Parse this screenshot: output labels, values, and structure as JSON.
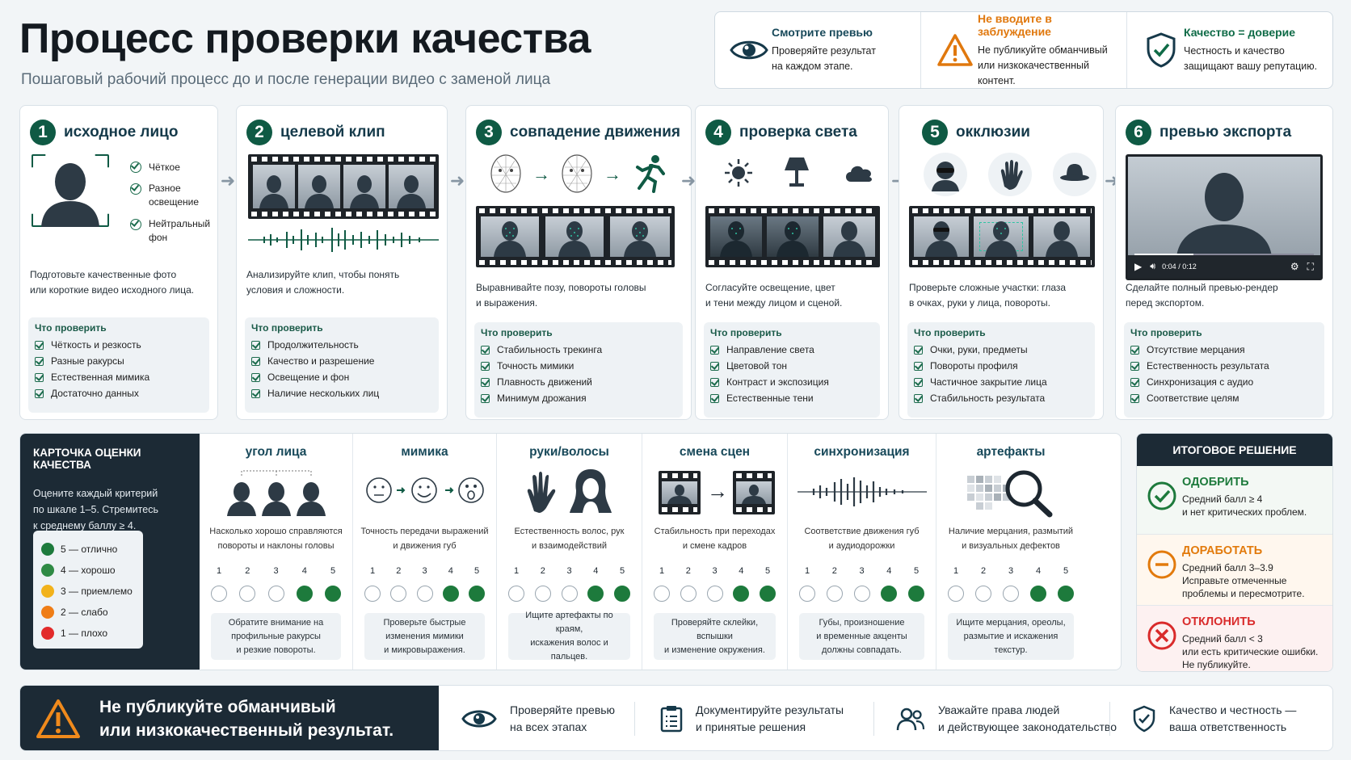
{
  "header": {
    "title": "Процесс проверки качества",
    "subtitle": "Пошаговый рабочий процесс до и после генерации видео с заменой лица"
  },
  "tips": [
    {
      "icon": "eye-icon",
      "title": "Смотрите превью",
      "text1": "Проверяйте результат",
      "text2": "на каждом этапе."
    },
    {
      "icon": "warning-icon",
      "title": "Не вводите в заблуждение",
      "text1": "Не публикуйте обманчивый",
      "text2": "или низкокачественный контент."
    },
    {
      "icon": "shield-check-icon",
      "title": "Качество = доверие",
      "text1": "Честность и качество",
      "text2": "защищают вашу репутацию."
    }
  ],
  "steps": [
    {
      "num": "1",
      "title": "исходное лицо",
      "desc1": "Подготовьте качественные фото",
      "desc2": "или короткие видео исходного лица.",
      "checks_title": "Что проверить",
      "checks": [
        "Чёткость и резкость",
        "Разные ракурсы",
        "Естественная мимика",
        "Достаточно данных"
      ],
      "side": [
        "Чёткое",
        "Разное освещение",
        "Нейтральный фон"
      ]
    },
    {
      "num": "2",
      "title": "целевой клип",
      "desc1": "Анализируйте клип, чтобы понять",
      "desc2": "условия и сложности.",
      "checks_title": "Что проверить",
      "checks": [
        "Продолжительность",
        "Качество и разрешение",
        "Освещение и фон",
        "Наличие нескольких лиц"
      ]
    },
    {
      "num": "3",
      "title": "совпадение движения",
      "desc1": "Выравнивайте позу, повороты головы",
      "desc2": "и выражения.",
      "checks_title": "Что проверить",
      "checks": [
        "Стабильность трекинга",
        "Точность мимики",
        "Плавность движений",
        "Минимум дрожания"
      ]
    },
    {
      "num": "4",
      "title": "проверка света",
      "desc1": "Согласуйте освещение, цвет",
      "desc2": "и тени между лицом и сценой.",
      "checks_title": "Что проверить",
      "checks": [
        "Направление света",
        "Цветовой тон",
        "Контраст и экспозиция",
        "Естественные тени"
      ]
    },
    {
      "num": "5",
      "title": "окклюзии",
      "desc1": "Проверьте сложные участки: глаза",
      "desc2": "в очках, руки у лица, повороты.",
      "checks_title": "Что проверить",
      "checks": [
        "Очки, руки, предметы",
        "Повороты профиля",
        "Частичное закрытие лица",
        "Стабильность результата"
      ]
    },
    {
      "num": "6",
      "title": "превью экспорта",
      "desc1": "Сделайте полный превью-рендер",
      "desc2": "перед экспортом.",
      "checks_title": "Что проверить",
      "checks": [
        "Отсутствие мерцания",
        "Естественность результата",
        "Синхронизация с аудио",
        "Соответствие целям"
      ],
      "time": "0:04 / 0:12"
    }
  ],
  "scorecard": {
    "title": "КАРТОЧКА ОЦЕНКИ КАЧЕСТВА",
    "text1": "Оцените каждый критерий",
    "text2": "по шкале 1–5. Стремитесь",
    "text3": "к среднему баллу ≥ 4.",
    "legend": [
      {
        "label": "5 — отлично",
        "color": "#1d7a3c"
      },
      {
        "label": "4 — хорошо",
        "color": "#2f8a44"
      },
      {
        "label": "3 — приемлемо",
        "color": "#f2b21b"
      },
      {
        "label": "2 — слабо",
        "color": "#ef7d16"
      },
      {
        "label": "1 — плохо",
        "color": "#e22a2a"
      }
    ]
  },
  "scale": [
    "1",
    "2",
    "3",
    "4",
    "5"
  ],
  "criteria": [
    {
      "title": "угол лица",
      "d1": "Насколько хорошо справляются",
      "d2": "повороты и наклоны головы",
      "t1": "Обратите внимание на",
      "t2": "профильные ракурсы",
      "t3": "и резкие повороты.",
      "score": 5
    },
    {
      "title": "мимика",
      "d1": "Точность передачи выражений",
      "d2": "и движения губ",
      "t1": "Проверьте быстрые",
      "t2": "изменения мимики",
      "t3": "и микровыражения.",
      "score": 5
    },
    {
      "title": "руки/волосы",
      "d1": "Естественность волос, рук",
      "d2": "и взаимодействий",
      "t1": "Ищите артефакты по краям,",
      "t2": "искажения волос и пальцев.",
      "t3": "",
      "score": 5
    },
    {
      "title": "смена сцен",
      "d1": "Стабильность при переходах",
      "d2": "и смене кадров",
      "t1": "Проверяйте склейки, вспышки",
      "t2": "и изменение окружения.",
      "t3": "",
      "score": 5
    },
    {
      "title": "синхронизация",
      "d1": "Соответствие движения губ",
      "d2": "и аудиодорожки",
      "t1": "Губы, произношение",
      "t2": "и временные акценты",
      "t3": "должны совпадать.",
      "score": 5
    },
    {
      "title": "артефакты",
      "d1": "Наличие мерцания, размытий",
      "d2": "и визуальных дефектов",
      "t1": "Ищите мерцания, ореолы,",
      "t2": "размытие и искажения",
      "t3": "текстур.",
      "score": 5
    }
  ],
  "final": {
    "title": "ИТОГОВОЕ РЕШЕНИЕ",
    "decisions": [
      {
        "title": "ОДОБРИТЬ",
        "color": "#1d7a3c",
        "l1": "Средний балл ≥ 4",
        "l2": "и нет критических проблем.",
        "l3": "",
        "l4": ""
      },
      {
        "title": "ДОРАБОТАТЬ",
        "color": "#e27a0c",
        "l1": "Средний балл 3–3.9",
        "l2": "Исправьте отмеченные",
        "l3": "проблемы и пересмотрите.",
        "l4": ""
      },
      {
        "title": "ОТКЛОНИТЬ",
        "color": "#d92b2b",
        "l1": "Средний балл < 3",
        "l2": "или есть критические ошибки.",
        "l3": "Не публикуйте.",
        "l4": ""
      }
    ]
  },
  "footer": {
    "warn1": "Не публикуйте обманчивый",
    "warn2": "или низкокачественный результат.",
    "items": [
      {
        "icon": "eye-icon",
        "l1": "Проверяйте превью",
        "l2": "на всех этапах"
      },
      {
        "icon": "clipboard-icon",
        "l1": "Документируйте результаты",
        "l2": "и принятые решения"
      },
      {
        "icon": "people-icon",
        "l1": "Уважайте права людей",
        "l2": "и действующее законодательство"
      },
      {
        "icon": "shield-check-icon",
        "l1": "Качество и честность —",
        "l2": "ваша ответственность"
      }
    ]
  },
  "colors": {
    "primary": "#0f5a44",
    "dark": "#1c2a35",
    "orange": "#e0780e",
    "green": "#1d7a3c",
    "red": "#d92b2b"
  }
}
